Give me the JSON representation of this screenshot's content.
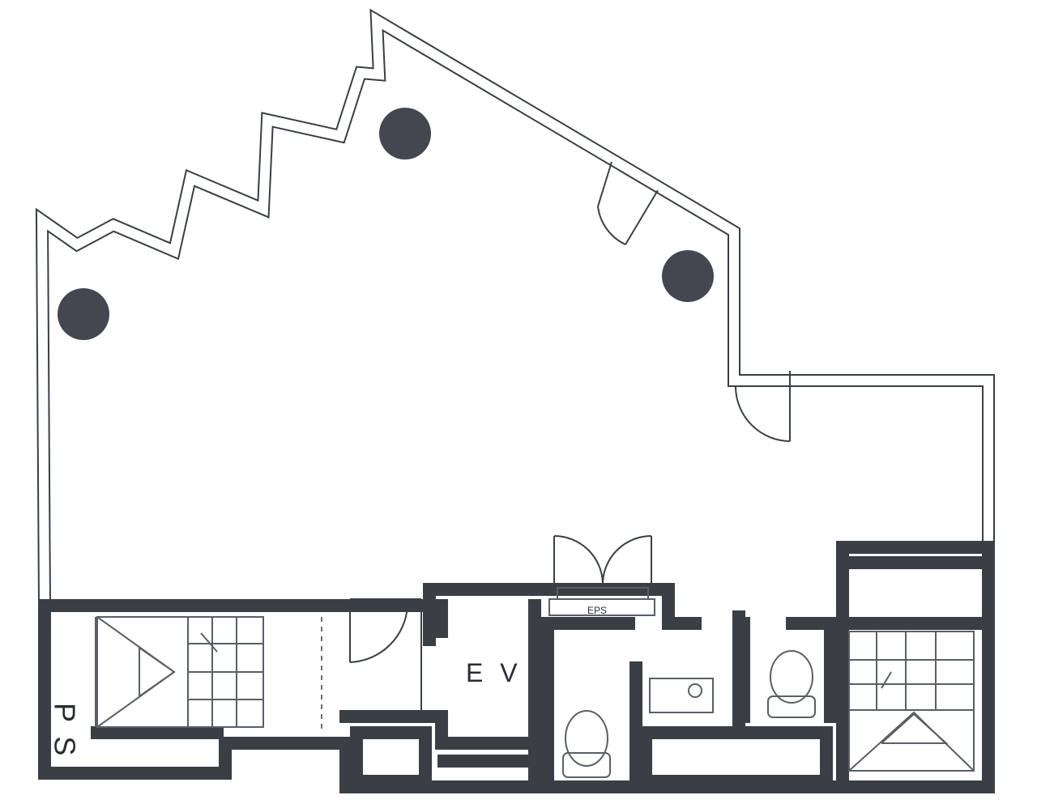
{
  "labels": {
    "ps": "P S",
    "ev": "E V",
    "eps": "EPS"
  },
  "colors": {
    "wall": "#3a3f46",
    "column": "#43474f",
    "background": "#ffffff"
  }
}
